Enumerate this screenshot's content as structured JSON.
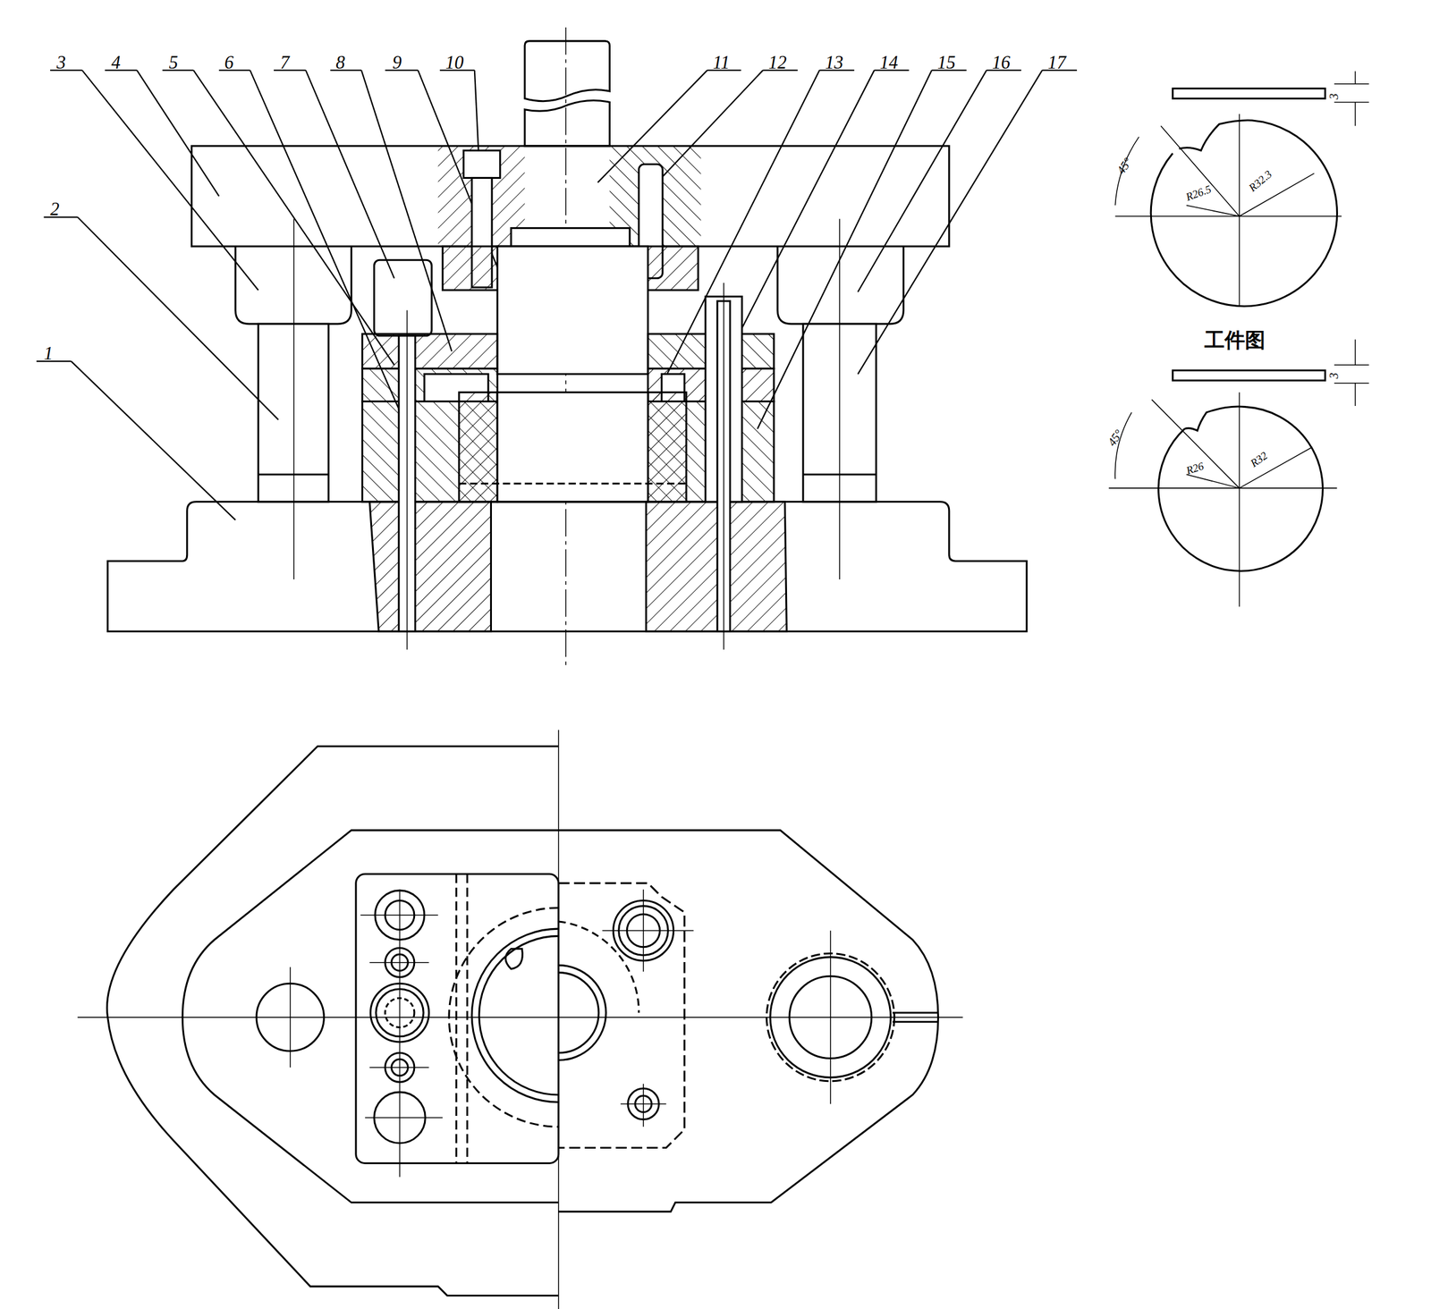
{
  "diagram": {
    "nodes": [],
    "edges": [],
    "labels": [
      "3",
      "4",
      "5",
      "6",
      "7",
      "8",
      "9",
      "10",
      "11",
      "12",
      "13",
      "14",
      "15",
      "16",
      "17",
      "3",
      "45°",
      "R26.5",
      "R32.3",
      "2",
      "1",
      "工件图",
      "3",
      "45°",
      "R26",
      "R32"
    ]
  }
}
